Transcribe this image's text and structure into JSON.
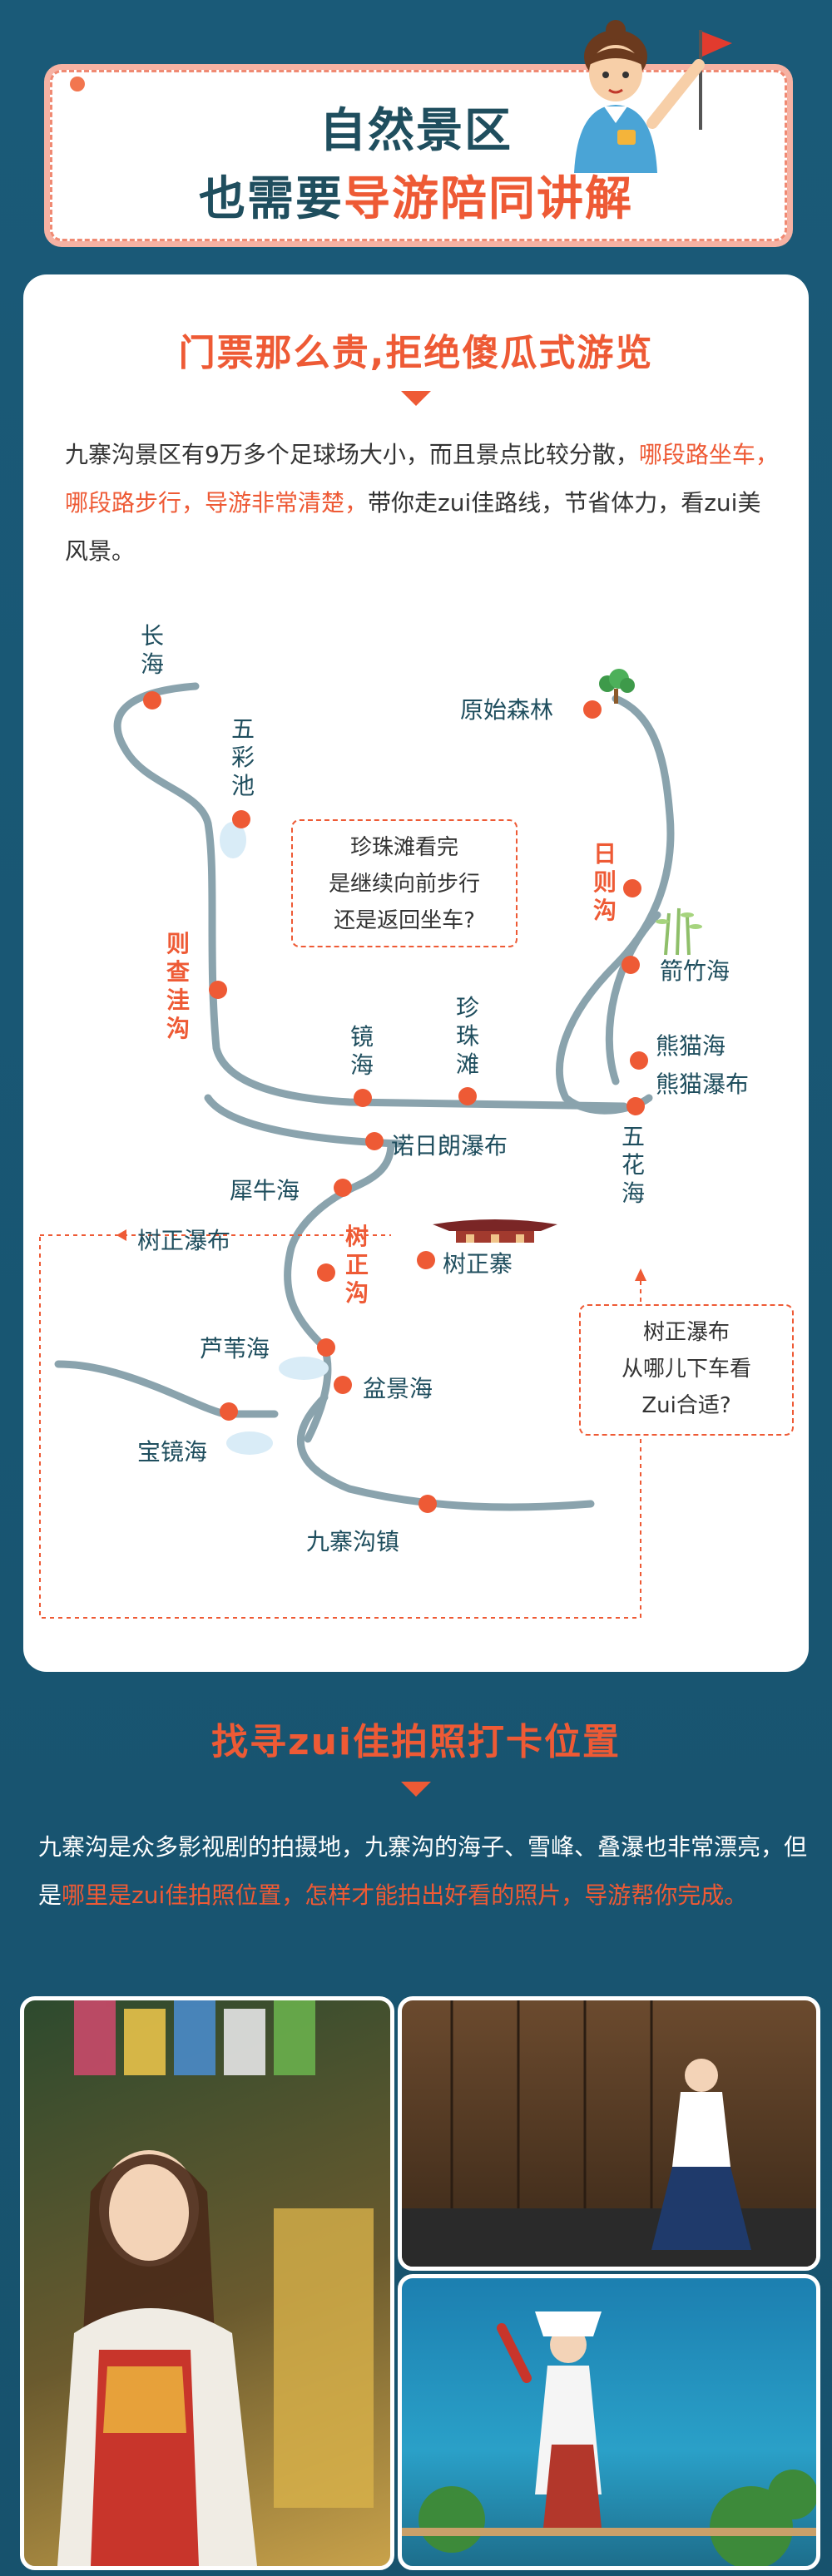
{
  "header": {
    "title_line1": "自然景区",
    "title_line2_prefix": "也需要",
    "title_line2_highlight": "导游陪同讲解"
  },
  "section1": {
    "title": "门票那么贵,拒绝傻瓜式游览",
    "para_part1": "九寨沟景区有9万多个足球场大小，而且景点比较分散，",
    "para_highlight": "哪段路坐车，哪段路步行，导游非常清楚，",
    "para_part2": "带你走zui佳路线，节省体力，看zui美风景。"
  },
  "map": {
    "labels": {
      "changhai": "长海",
      "wucaichi": "五彩池",
      "zechawagou": "则查洼沟",
      "yuanshisenlin": "原始森林",
      "rizegou": "日则沟",
      "jianzhuhai": "箭竹海",
      "xiongmaohai": "熊猫海",
      "xiongmaopubu": "熊猫瀑布",
      "jinghai": "镜海",
      "zhenzhutan": "珍珠滩",
      "wuhuahai": "五花海",
      "nuorilangpubu": "诺日朗瀑布",
      "xiniuhai": "犀牛海",
      "shuzhengpubu": "树正瀑布",
      "shuzhenggou": "树正沟",
      "shuzhengzhai": "树正寨",
      "luweihai": "芦苇海",
      "penjinghai": "盆景海",
      "baojinghai": "宝镜海",
      "jiuzhaigouzhen": "九寨沟镇"
    },
    "bubble1": [
      "珍珠滩看完",
      "是继续向前步行",
      "还是返回坐车?"
    ],
    "bubble2": [
      "树正瀑布",
      "从哪儿下车看",
      "Zui合适?"
    ]
  },
  "section2": {
    "title": "找寻zui佳拍照打卡位置",
    "para_part1": "九寨沟是众多影视剧的拍摄地，九寨沟的海子、雪峰、叠瀑也非常漂亮，但是",
    "para_highlight": "哪里是zui佳拍照位置，怎样才能拍出好看的照片，导游帮你完成。"
  },
  "colors": {
    "background": "#1a5a78",
    "accent": "#ee5a35",
    "title": "#1f4e5e",
    "road": "#8aa3ad"
  }
}
